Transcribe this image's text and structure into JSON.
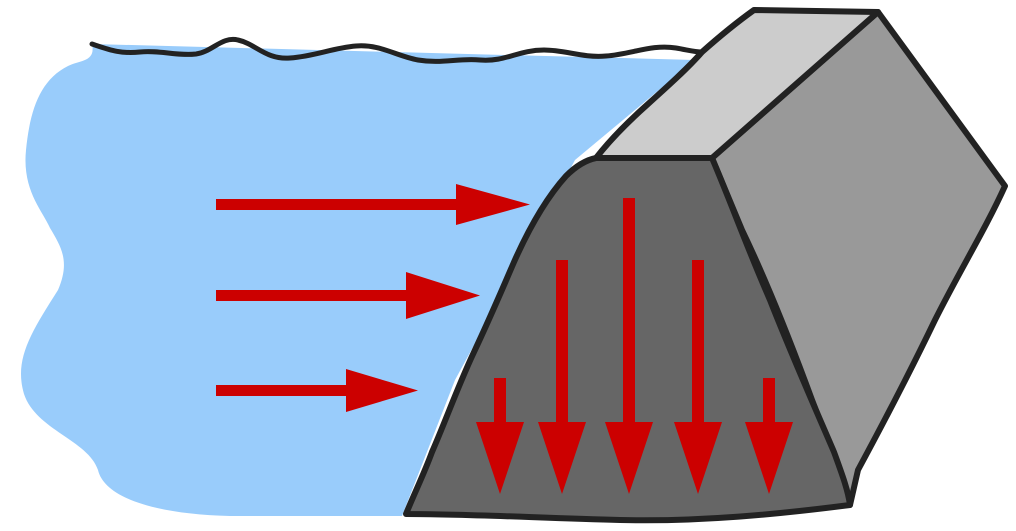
{
  "diagram": {
    "subject": "gravity-dam-water-pressure",
    "colors": {
      "water": "#99ccfb",
      "outline": "#222222",
      "dam_top": "#cccccc",
      "dam_side": "#999999",
      "dam_face": "#666666",
      "arrow": "#cc0000"
    },
    "water_pushes_dam_arrows": 3,
    "dam_weight_arrows": 5
  }
}
